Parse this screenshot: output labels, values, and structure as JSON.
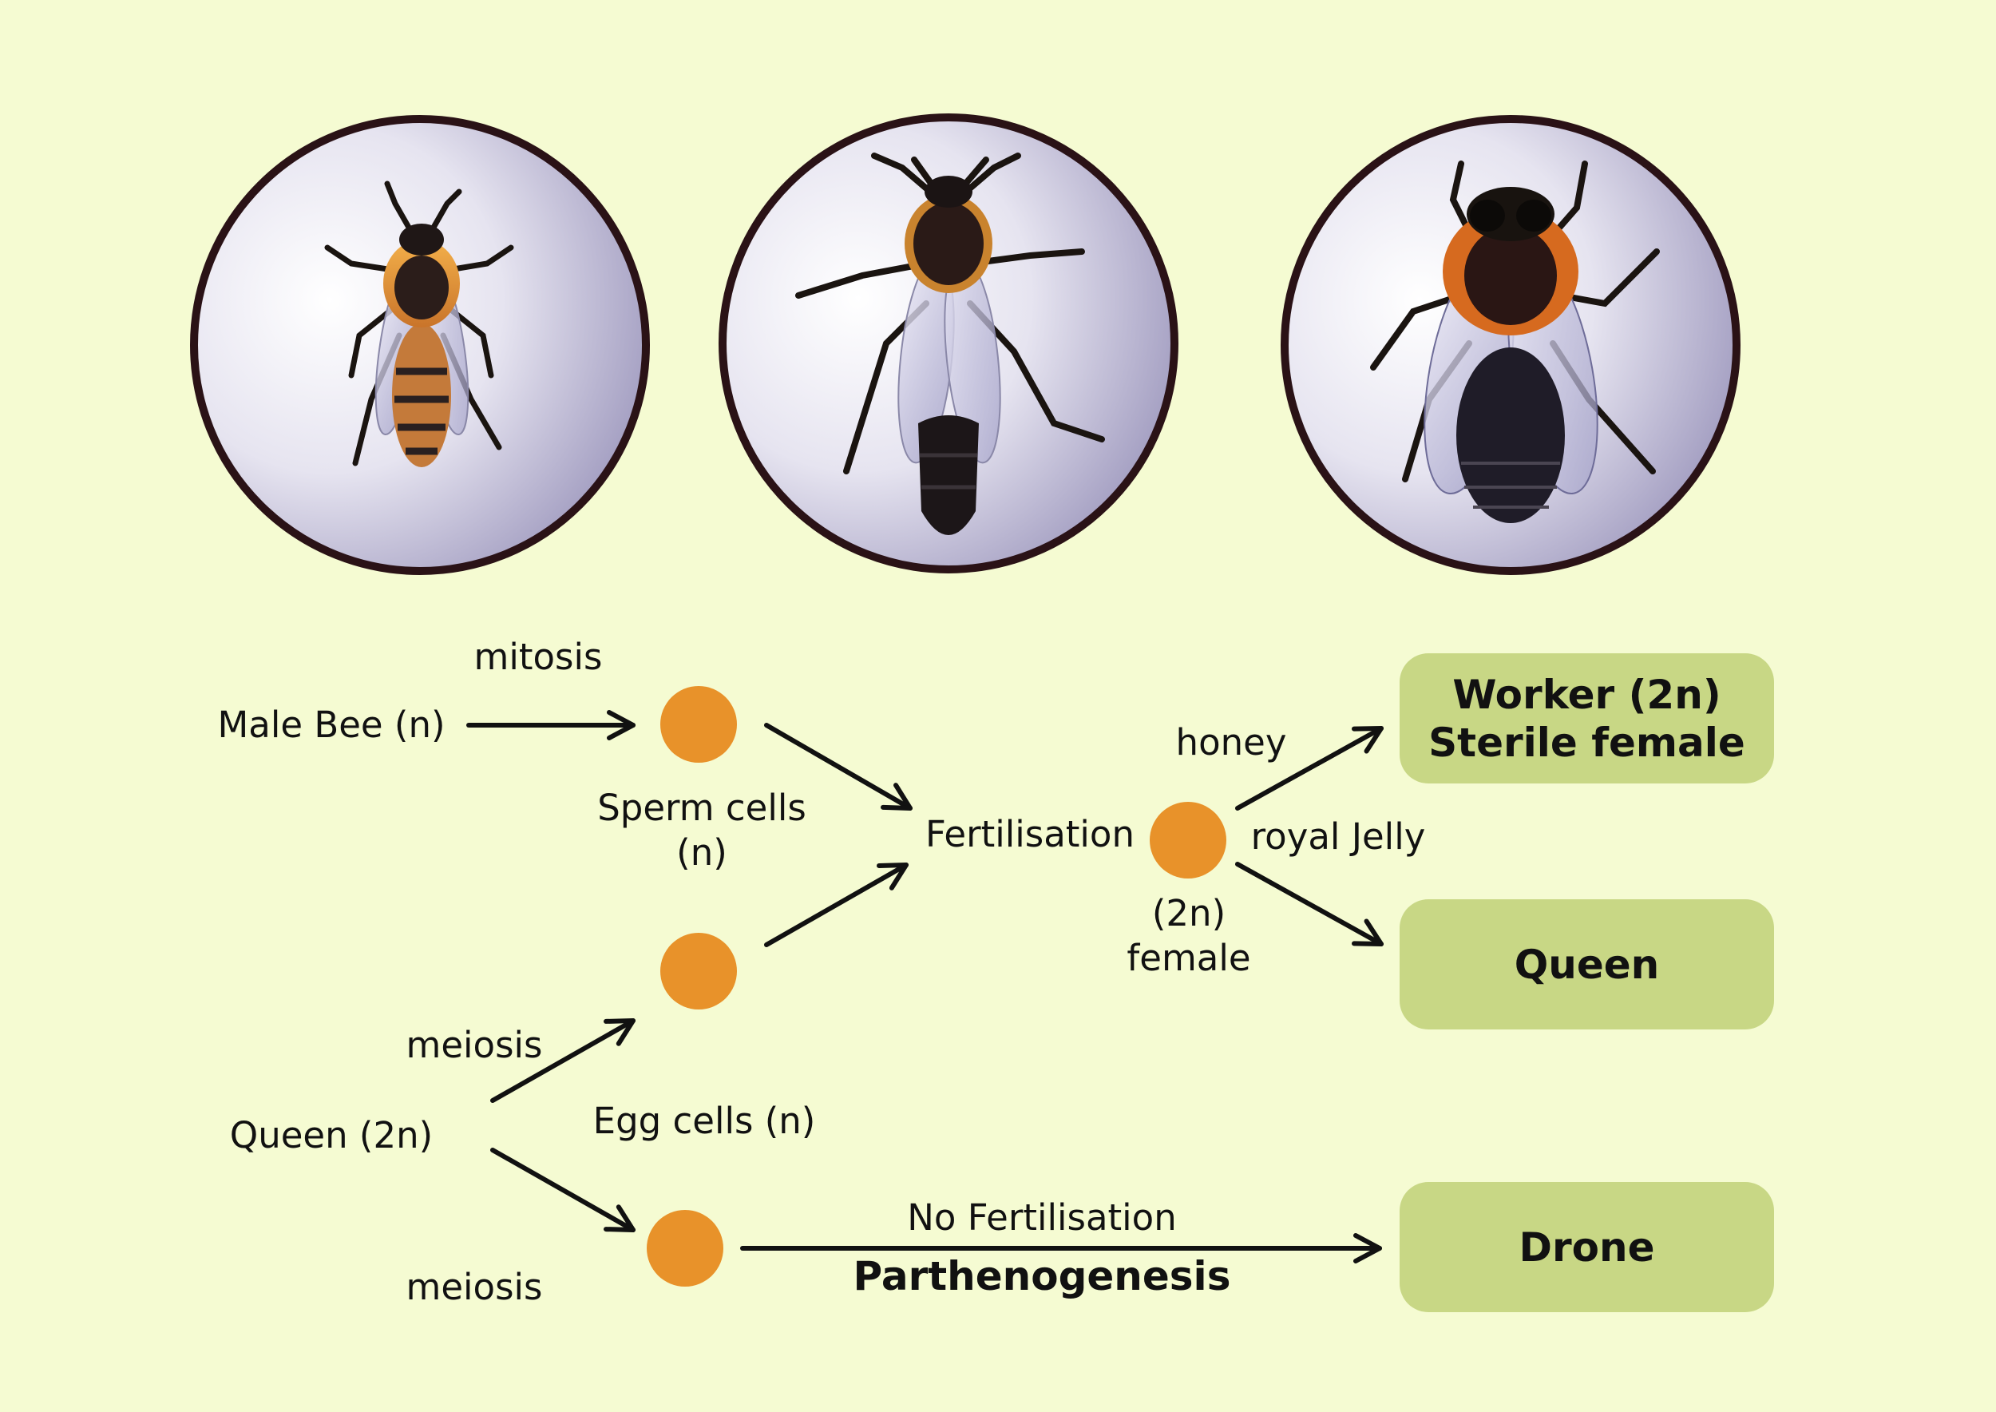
{
  "colors": {
    "background": "#f5fbd2",
    "cell": "#e8922a",
    "box": "#c8d785",
    "ring": "#2a1216",
    "arrow": "#111111"
  },
  "images": [
    {
      "name": "worker-bee-illustration"
    },
    {
      "name": "queen-bee-illustration"
    },
    {
      "name": "drone-bee-illustration"
    }
  ],
  "labels": {
    "mitosis": "mitosis",
    "male_bee": "Male Bee (n)",
    "sperm_cells": [
      "Sperm cells",
      "(n)"
    ],
    "fertilisation": "Fertilisation",
    "honey": "honey",
    "royal_jelly": "royal Jelly",
    "zygote": [
      "(2n)",
      "female"
    ],
    "meiosis_top": "meiosis",
    "queen_parent": "Queen (2n)",
    "egg_cells": "Egg cells (n)",
    "meiosis_bottom": "meiosis",
    "no_fertilisation": "No Fertilisation",
    "parthenogenesis": "Parthenogenesis"
  },
  "outcomes": {
    "worker": [
      "Worker (2n)",
      "Sterile female"
    ],
    "queen": "Queen",
    "drone": "Drone"
  }
}
